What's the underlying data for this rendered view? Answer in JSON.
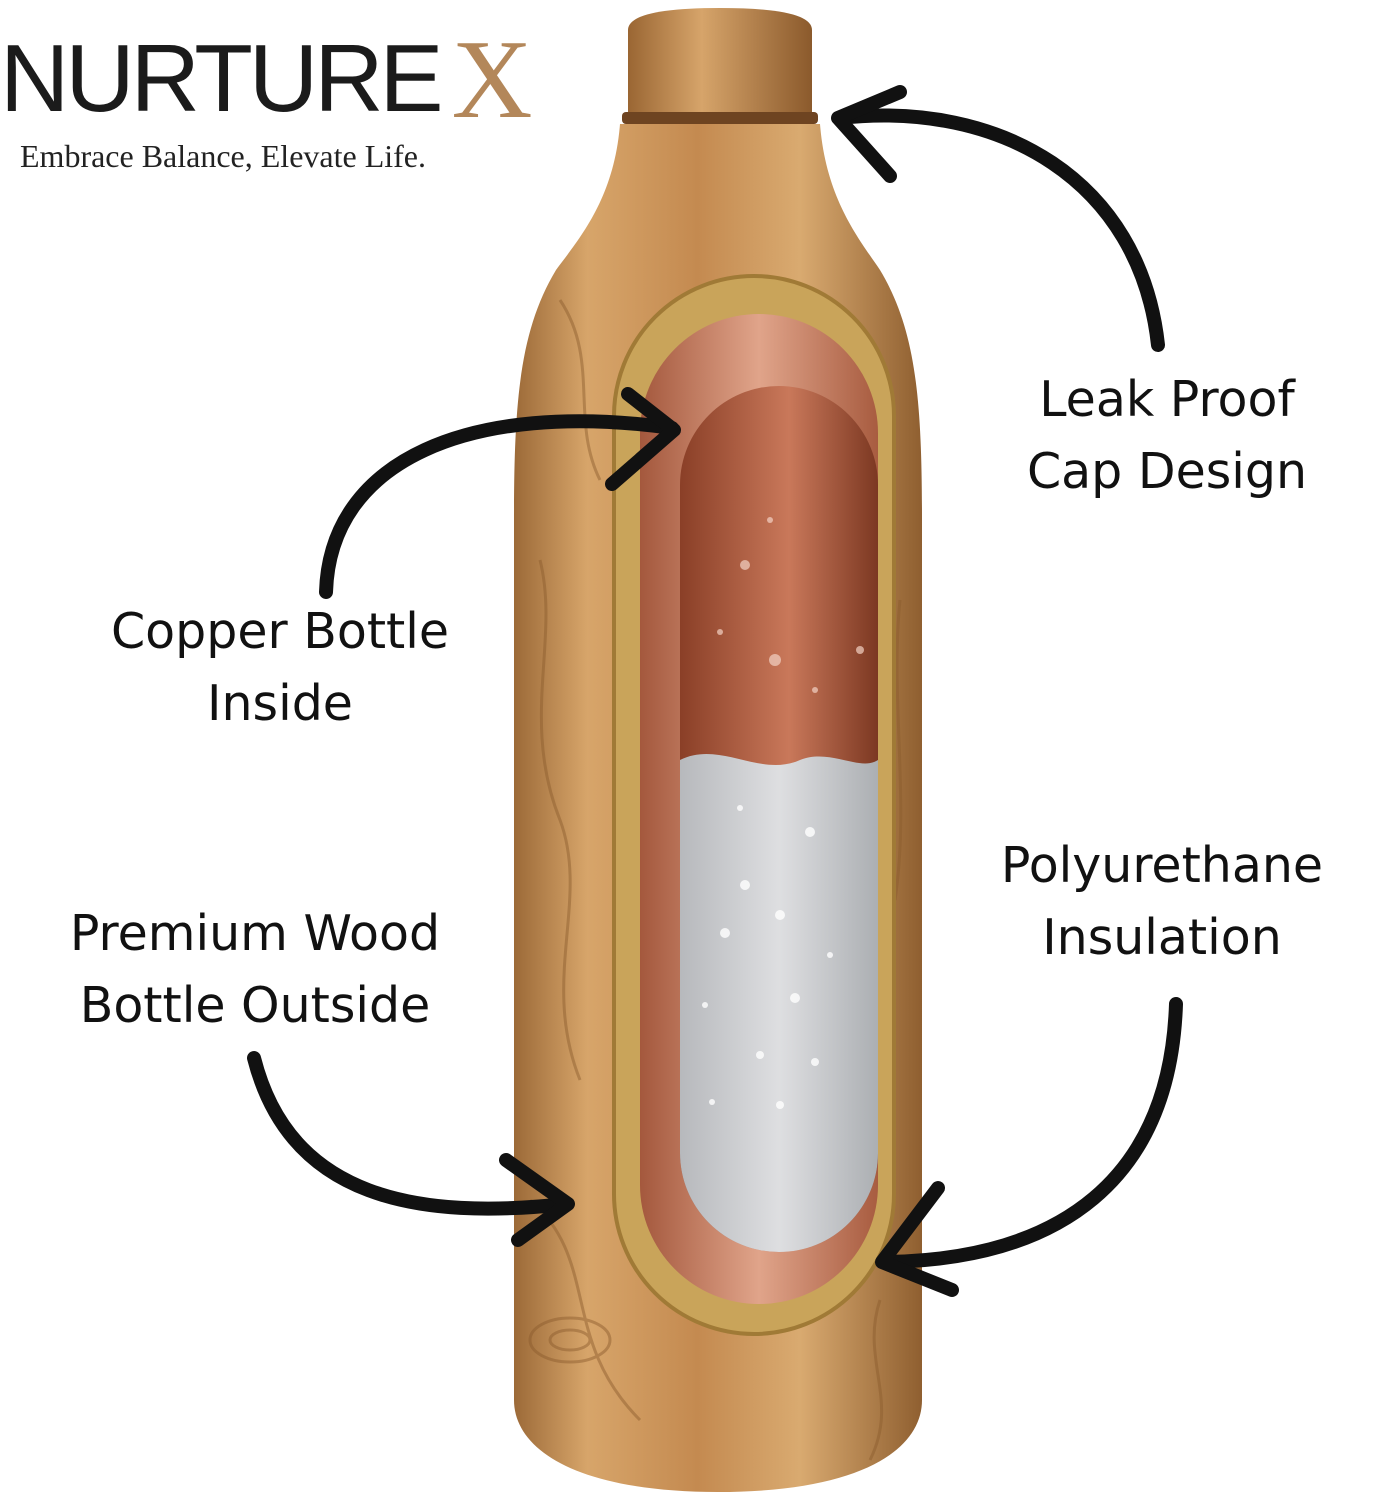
{
  "brand": {
    "name": "NURTURE",
    "mark": "X",
    "tagline": "Embrace Balance, Elevate Life."
  },
  "callouts": {
    "leak_proof": {
      "line1": "Leak Proof",
      "line2": "Cap Design"
    },
    "copper": {
      "line1": "Copper Bottle",
      "line2": "Inside"
    },
    "polyurethane": {
      "line1": "Polyurethane",
      "line2": "Insulation"
    },
    "wood": {
      "line1": "Premium Wood",
      "line2": "Bottle Outside"
    }
  },
  "colors": {
    "brand_accent": "#b3875a",
    "wood": "#c8945a",
    "copper": "#c27a5e",
    "insulation": "#c9a45a",
    "water": "#c9ced3",
    "arrow": "#111111"
  }
}
